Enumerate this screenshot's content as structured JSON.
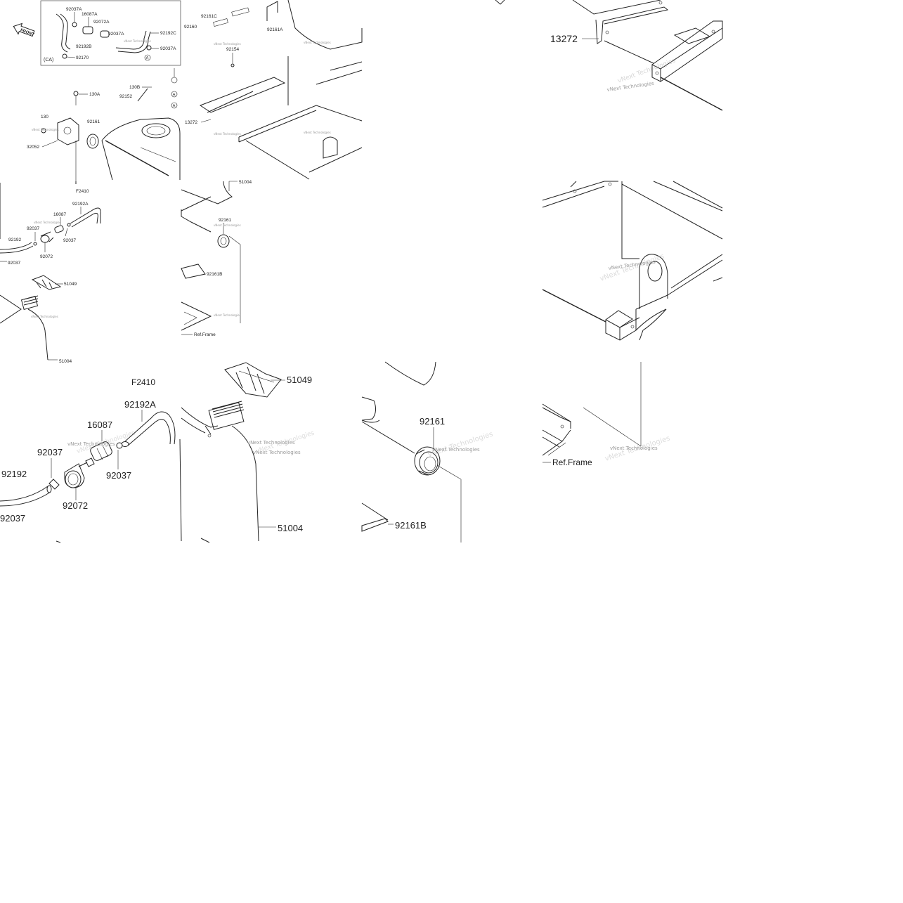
{
  "diagram": {
    "watermark": "vNext Technologies",
    "front_marker": "FRONT",
    "region_code": "(CA)",
    "ref_frame": "Ref.Frame",
    "callout_letter": "A",
    "tile1": {
      "labels": [
        "92037A",
        "16087A",
        "92072A",
        "92037A",
        "92192C",
        "92192B",
        "92037A",
        "92170",
        "130A",
        "130B",
        "92152",
        "130",
        "92161",
        "32052",
        "F2410",
        "92161C",
        "92160",
        "92154",
        "13272",
        "92161A"
      ]
    },
    "tile2": {
      "label": "13272"
    },
    "tile4": {
      "labels": [
        "92192A",
        "16087",
        "92192",
        "92037",
        "92037",
        "92072",
        "92037",
        "51049",
        "51004",
        "51004",
        "92161",
        "92161B",
        "Ref.Frame"
      ]
    },
    "tile7": {
      "labels": [
        "F2410",
        "92192A",
        "16087",
        "92037",
        "92192",
        "92037",
        "92072",
        "92037",
        "51049",
        "51004"
      ]
    },
    "tile8": {
      "labels": [
        "92161",
        "92161B"
      ]
    }
  }
}
